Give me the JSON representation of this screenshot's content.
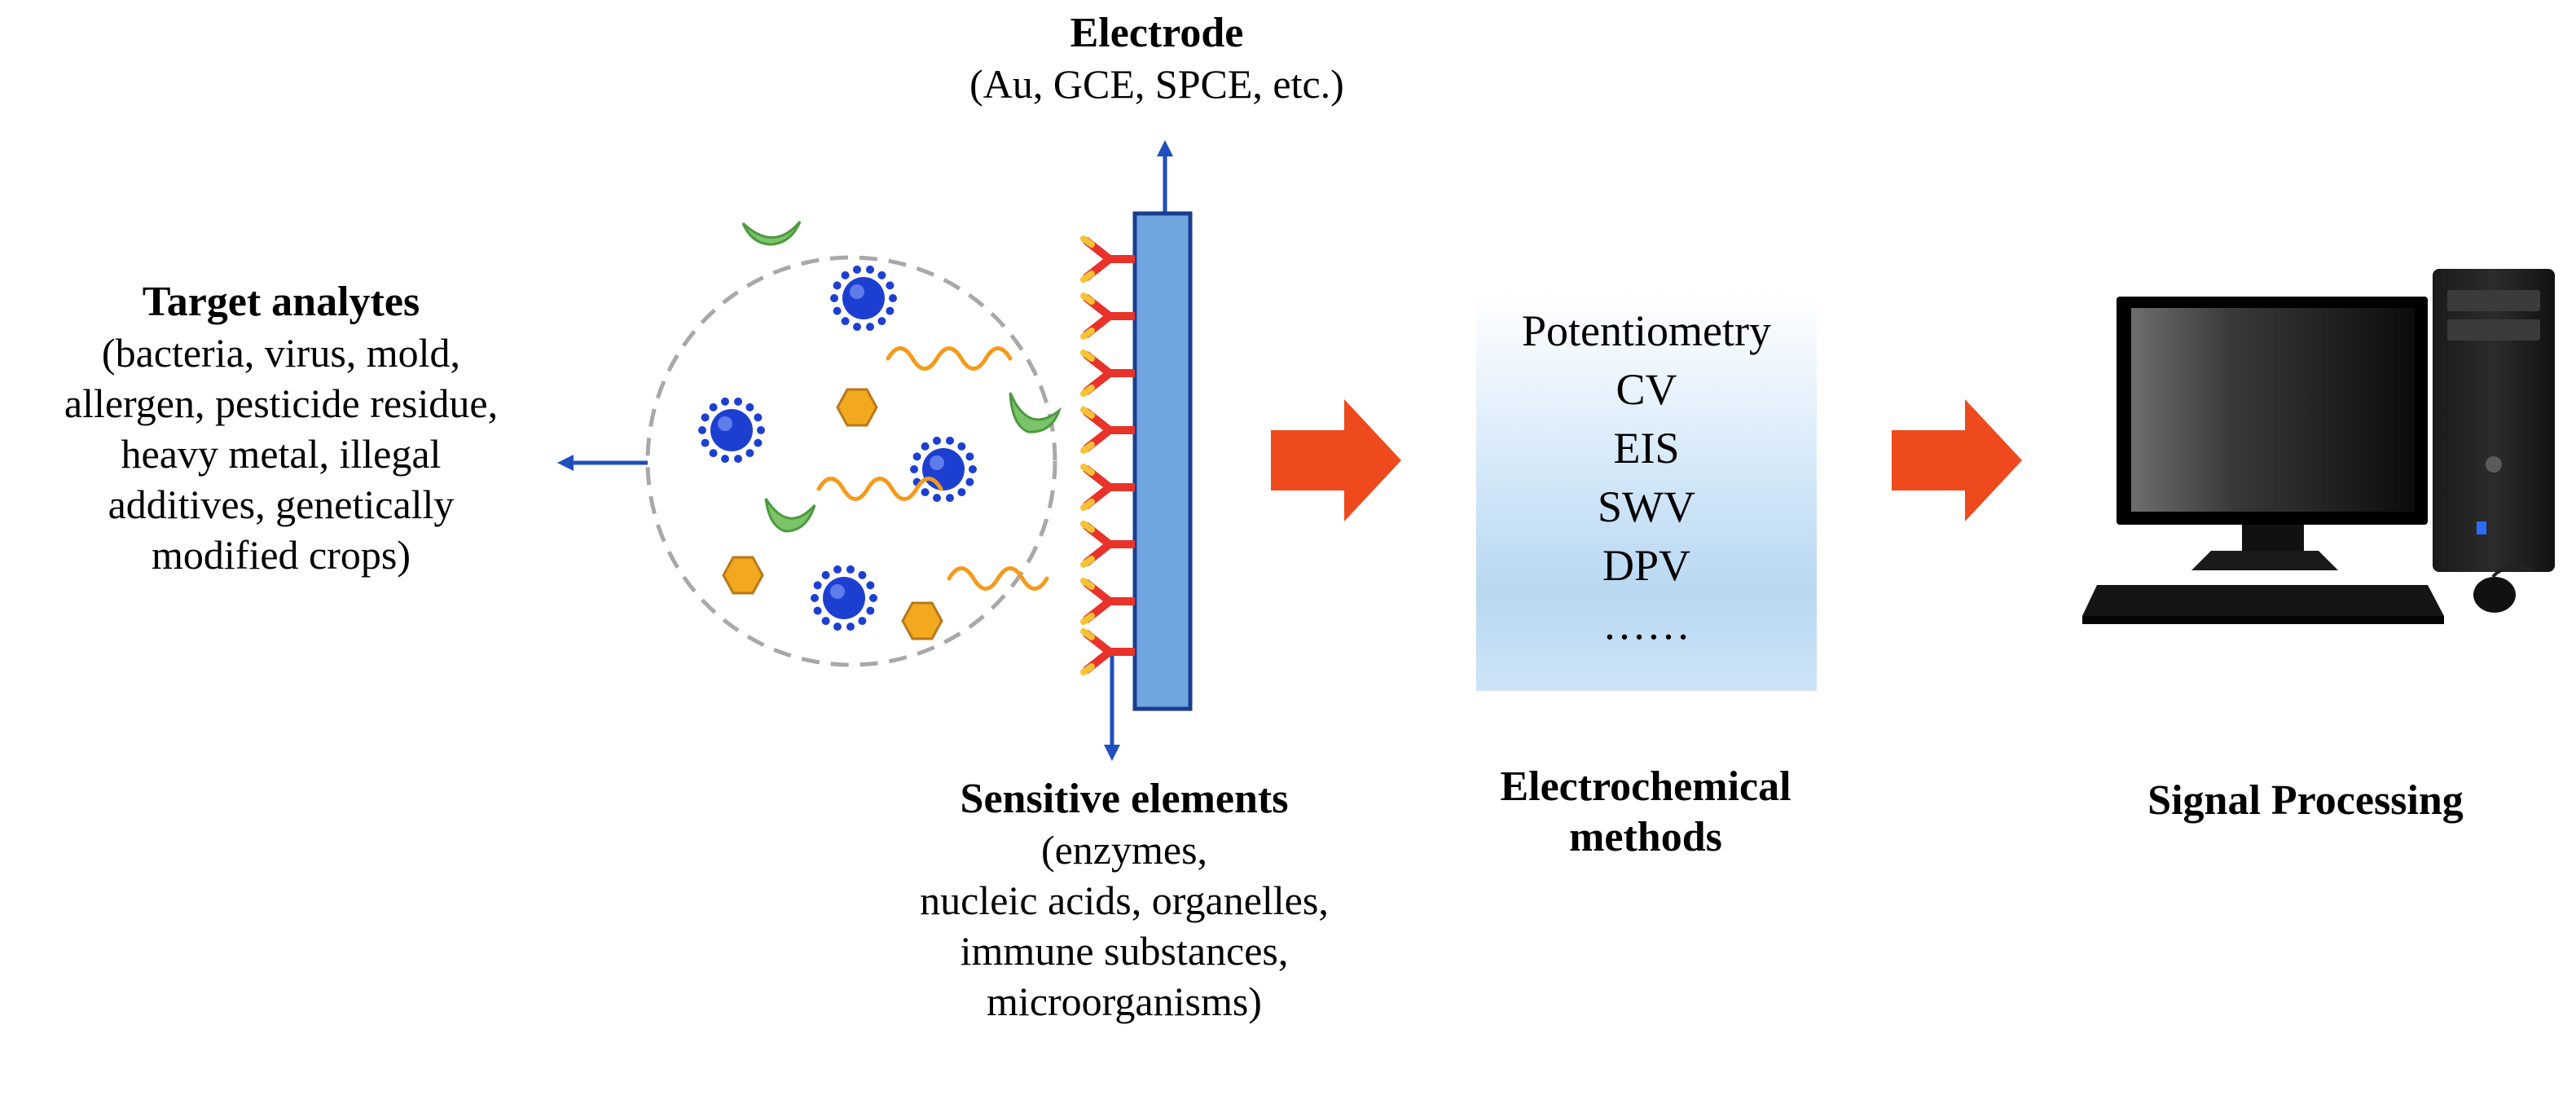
{
  "target_analytes": {
    "title": "Target analytes",
    "lines": [
      "(bacteria, virus, mold,",
      "allergen, pesticide residue,",
      "heavy metal, illegal",
      "additives, genetically",
      "modified crops)"
    ]
  },
  "electrode": {
    "title": "Electrode",
    "lines": [
      "(Au, GCE, SPCE, etc.)"
    ]
  },
  "sensitive_elements": {
    "title": "Sensitive elements",
    "lines": [
      "(enzymes,",
      "nucleic acids, organelles,",
      "immune substances,",
      "microorganisms)"
    ]
  },
  "methods": {
    "items": [
      "Potentiometry",
      "CV",
      "EIS",
      "SWV",
      "DPV",
      "……"
    ],
    "label_lines": [
      "Electrochemical",
      "methods"
    ]
  },
  "signal": {
    "label": "Signal Processing"
  },
  "colors": {
    "pointer_blue": "#1f4fbf",
    "electrode_fill": "#6fa6e0",
    "electrode_stroke": "#1a3d8f",
    "flow_arrow": "#ee4a1d",
    "receptor_red": "#e8322a",
    "receptor_yellow": "#f7c234",
    "virus_blue": "#1d3fd1",
    "fragment_green": "#7cc46a",
    "hexagon_orange": "#f2a91f",
    "dna_orange": "#f59a1c",
    "circle_dash": "#a8a8a8"
  }
}
